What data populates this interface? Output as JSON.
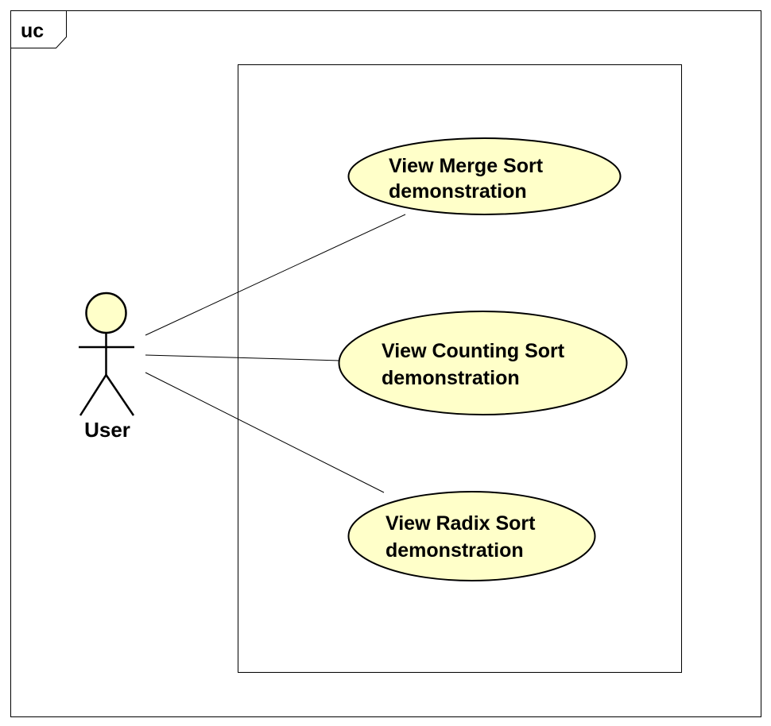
{
  "diagram": {
    "frame_label": "uc",
    "actor": {
      "name": "User"
    },
    "use_cases": [
      {
        "line1": "View Merge Sort",
        "line2": "demonstration"
      },
      {
        "line1": "View Counting Sort",
        "line2": "demonstration"
      },
      {
        "line1": "View Radix Sort",
        "line2": "demonstration"
      }
    ],
    "colors": {
      "use_case_fill": "#FFFFC9",
      "actor_head_fill": "#FFFFC9",
      "stroke": "#000000",
      "background": "#FFFFFF"
    }
  }
}
